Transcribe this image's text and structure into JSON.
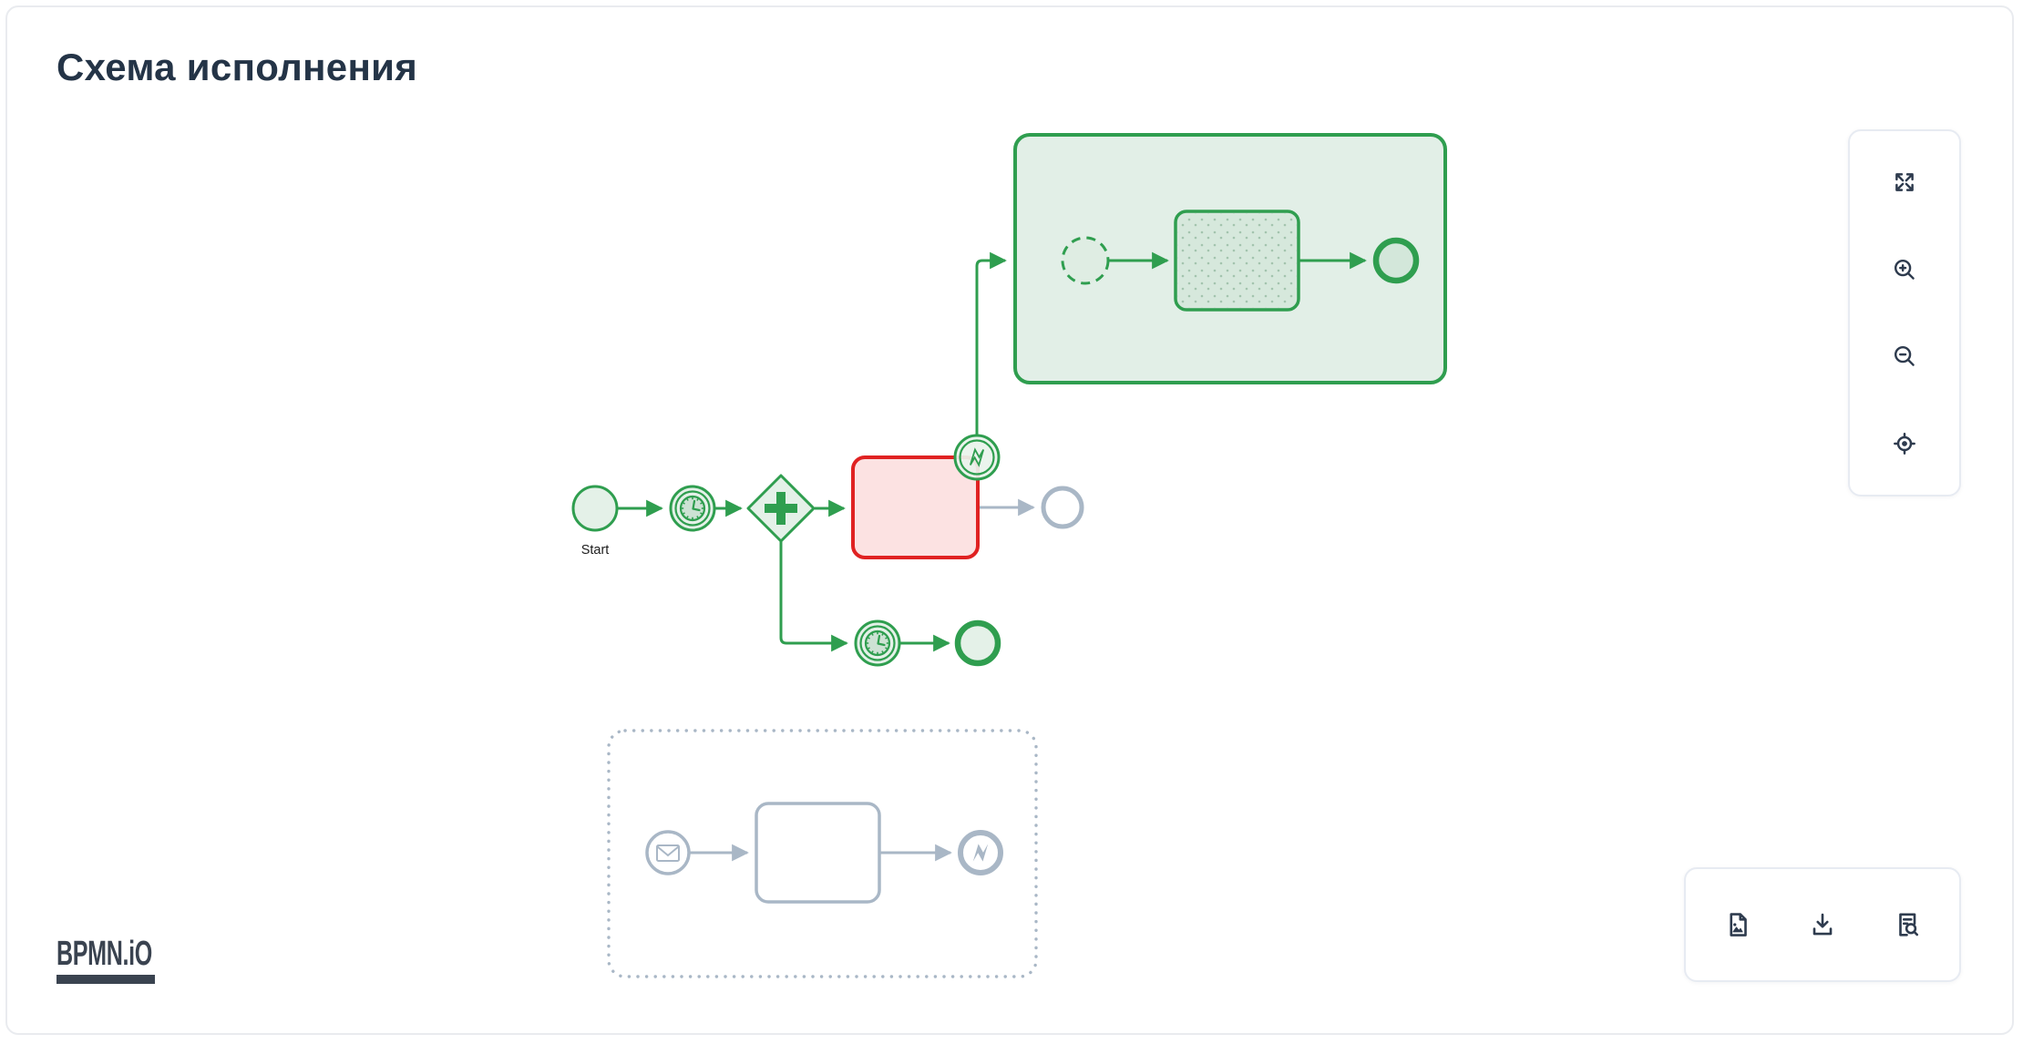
{
  "page": {
    "title": "Схема исполнения"
  },
  "diagram": {
    "start_label": "Start",
    "elements": [
      {
        "name": "start-event",
        "type": "start-event",
        "label": "Start",
        "status": "executed"
      },
      {
        "name": "timer-event-1",
        "type": "timer-intermediate-event",
        "status": "executed"
      },
      {
        "name": "parallel-gateway",
        "type": "parallel-gateway",
        "status": "executed"
      },
      {
        "name": "task-failed",
        "type": "task",
        "status": "failed"
      },
      {
        "name": "error-boundary-event",
        "type": "error-boundary-event",
        "status": "executed"
      },
      {
        "name": "end-event-pending",
        "type": "end-event",
        "status": "not-executed"
      },
      {
        "name": "executed-subprocess",
        "type": "sub-process",
        "status": "executed"
      },
      {
        "name": "subprocess-start-event",
        "type": "start-event-dashed",
        "status": "executed"
      },
      {
        "name": "subprocess-task",
        "type": "task",
        "status": "executed"
      },
      {
        "name": "subprocess-end-event",
        "type": "end-event",
        "status": "executed"
      },
      {
        "name": "timer-event-2",
        "type": "timer-intermediate-event",
        "status": "executed"
      },
      {
        "name": "end-event-executed",
        "type": "end-event",
        "status": "executed"
      },
      {
        "name": "event-subprocess",
        "type": "event-sub-process-dotted",
        "status": "not-executed"
      },
      {
        "name": "message-start-event",
        "type": "message-start-event",
        "status": "not-executed"
      },
      {
        "name": "event-subprocess-task",
        "type": "task",
        "status": "not-executed"
      },
      {
        "name": "error-end-event",
        "type": "error-end-event",
        "status": "not-executed"
      }
    ]
  },
  "zoom_controls": {
    "buttons": [
      {
        "name": "fullscreen",
        "icon": "expand-icon"
      },
      {
        "name": "zoom-in",
        "icon": "zoom-in-icon"
      },
      {
        "name": "zoom-out",
        "icon": "zoom-out-icon"
      },
      {
        "name": "reset-viewport",
        "icon": "crosshair-icon"
      }
    ]
  },
  "export_controls": {
    "buttons": [
      {
        "name": "export-image",
        "icon": "image-file-icon"
      },
      {
        "name": "download",
        "icon": "download-icon"
      },
      {
        "name": "view-source",
        "icon": "file-search-icon"
      }
    ]
  },
  "logo": {
    "text": "BPMN.iO"
  },
  "colors": {
    "executed_green": "#2f9e4f",
    "executed_fill": "#e4f1e8",
    "subprocess_fill": "#e2efe7",
    "task_green_fill": "#d6e8dc",
    "failed_red": "#e02222",
    "failed_fill": "#fce2e2",
    "pending_gray": "#a9b7c6",
    "icon_navy": "#2e3b4e",
    "title_navy": "#243447"
  }
}
